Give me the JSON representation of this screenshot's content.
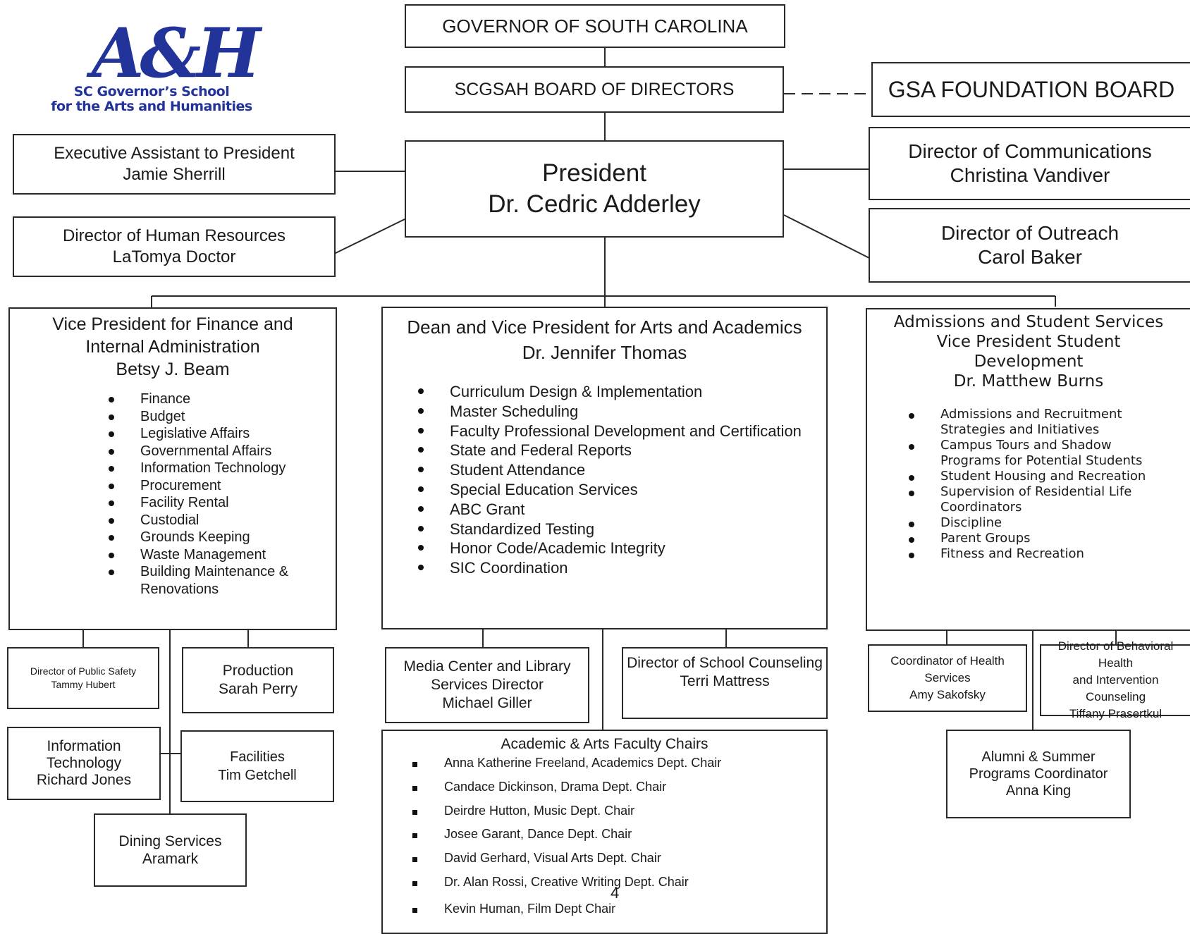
{
  "logo": {
    "mark": "A&H",
    "line1": "SC Governor’s School",
    "line2": "for the Arts and Humanities"
  },
  "governor": "GOVERNOR OF SOUTH CAROLINA",
  "board": "SCGSAH BOARD OF DIRECTORS",
  "foundation": "GSA FOUNDATION BOARD",
  "president": {
    "title": "President",
    "name": "Dr. Cedric Adderley"
  },
  "exec_assistant": {
    "title": "Executive Assistant to President",
    "name": "Jamie Sherrill"
  },
  "hr": {
    "title": "Director of Human Resources",
    "name": "LaTomya Doctor"
  },
  "communications": {
    "title": "Director of Communications",
    "name": "Christina Vandiver"
  },
  "outreach": {
    "title": "Director of Outreach",
    "name": "Carol Baker"
  },
  "finance": {
    "title_l1": "Vice President for Finance and",
    "title_l2": "Internal Administration",
    "name": "Betsy J. Beam",
    "items": [
      "Finance",
      "Budget",
      "Legislative Affairs",
      "Governmental Affairs",
      "Information Technology",
      "Procurement",
      "Facility Rental",
      "Custodial",
      "Grounds Keeping",
      "Waste Management",
      "Building Maintenance &",
      "Renovations"
    ]
  },
  "academics": {
    "title": "Dean and Vice President for Arts and Academics",
    "name": "Dr. Jennifer Thomas",
    "items": [
      "Curriculum Design & Implementation",
      "Master Scheduling",
      "Faculty Professional Development and Certification",
      "State and Federal Reports",
      "Student Attendance",
      "Special Education Services",
      "ABC Grant",
      "Standardized Testing",
      "Honor Code/Academic Integrity",
      "SIC Coordination"
    ]
  },
  "student_services": {
    "title_l1": "Admissions and Student Services",
    "title_l2": "Vice President Student",
    "title_l3": "Development",
    "name": "Dr. Matthew Burns",
    "items": [
      {
        "l1": "Admissions and Recruitment",
        "l2": "Strategies and Initiatives"
      },
      {
        "l1": "Campus Tours and Shadow",
        "l2": "Programs for Potential Students"
      },
      {
        "l1": "Student Housing and Recreation",
        "l2": ""
      },
      {
        "l1": "Supervision of Residential Life",
        "l2": "Coordinators"
      },
      {
        "l1": "Discipline",
        "l2": ""
      },
      {
        "l1": "Parent Groups",
        "l2": ""
      },
      {
        "l1": "Fitness and Recreation",
        "l2": ""
      }
    ]
  },
  "public_safety": {
    "title": "Director of Public Safety",
    "name": "Tammy Hubert"
  },
  "production": {
    "title": "Production",
    "name": "Sarah Perry"
  },
  "it": {
    "l1": "Information",
    "l2": "Technology",
    "name": "Richard Jones"
  },
  "facilities": {
    "title": "Facilities",
    "name": "Tim Getchell"
  },
  "dining": {
    "title": "Dining Services",
    "name": "Aramark"
  },
  "media": {
    "l1": "Media Center and Library",
    "l2": "Services Director",
    "name": "Michael Giller"
  },
  "counseling": {
    "title": "Director of School Counseling",
    "name": "Terri Mattress"
  },
  "faculty_chairs": {
    "title": "Academic & Arts Faculty Chairs",
    "items": [
      "Anna Katherine Freeland, Academics Dept. Chair",
      "Candace Dickinson, Drama Dept. Chair",
      "Deirdre Hutton, Music Dept. Chair",
      "Josee Garant, Dance Dept. Chair",
      "David Gerhard, Visual Arts Dept. Chair",
      "Dr. Alan Rossi, Creative Writing Dept. Chair",
      "Kevin Human, Film Dept Chair"
    ]
  },
  "health": {
    "l1": "Coordinator of Health",
    "l2": "Services",
    "name": "Amy Sakofsky"
  },
  "behavioral": {
    "l1": "Director of Behavioral Health",
    "l2": "and Intervention Counseling",
    "name": "Tiffany Prasertkul"
  },
  "alumni": {
    "l1": "Alumni & Summer",
    "l2": "Programs Coordinator",
    "name": "Anna King"
  },
  "page_number": "4"
}
